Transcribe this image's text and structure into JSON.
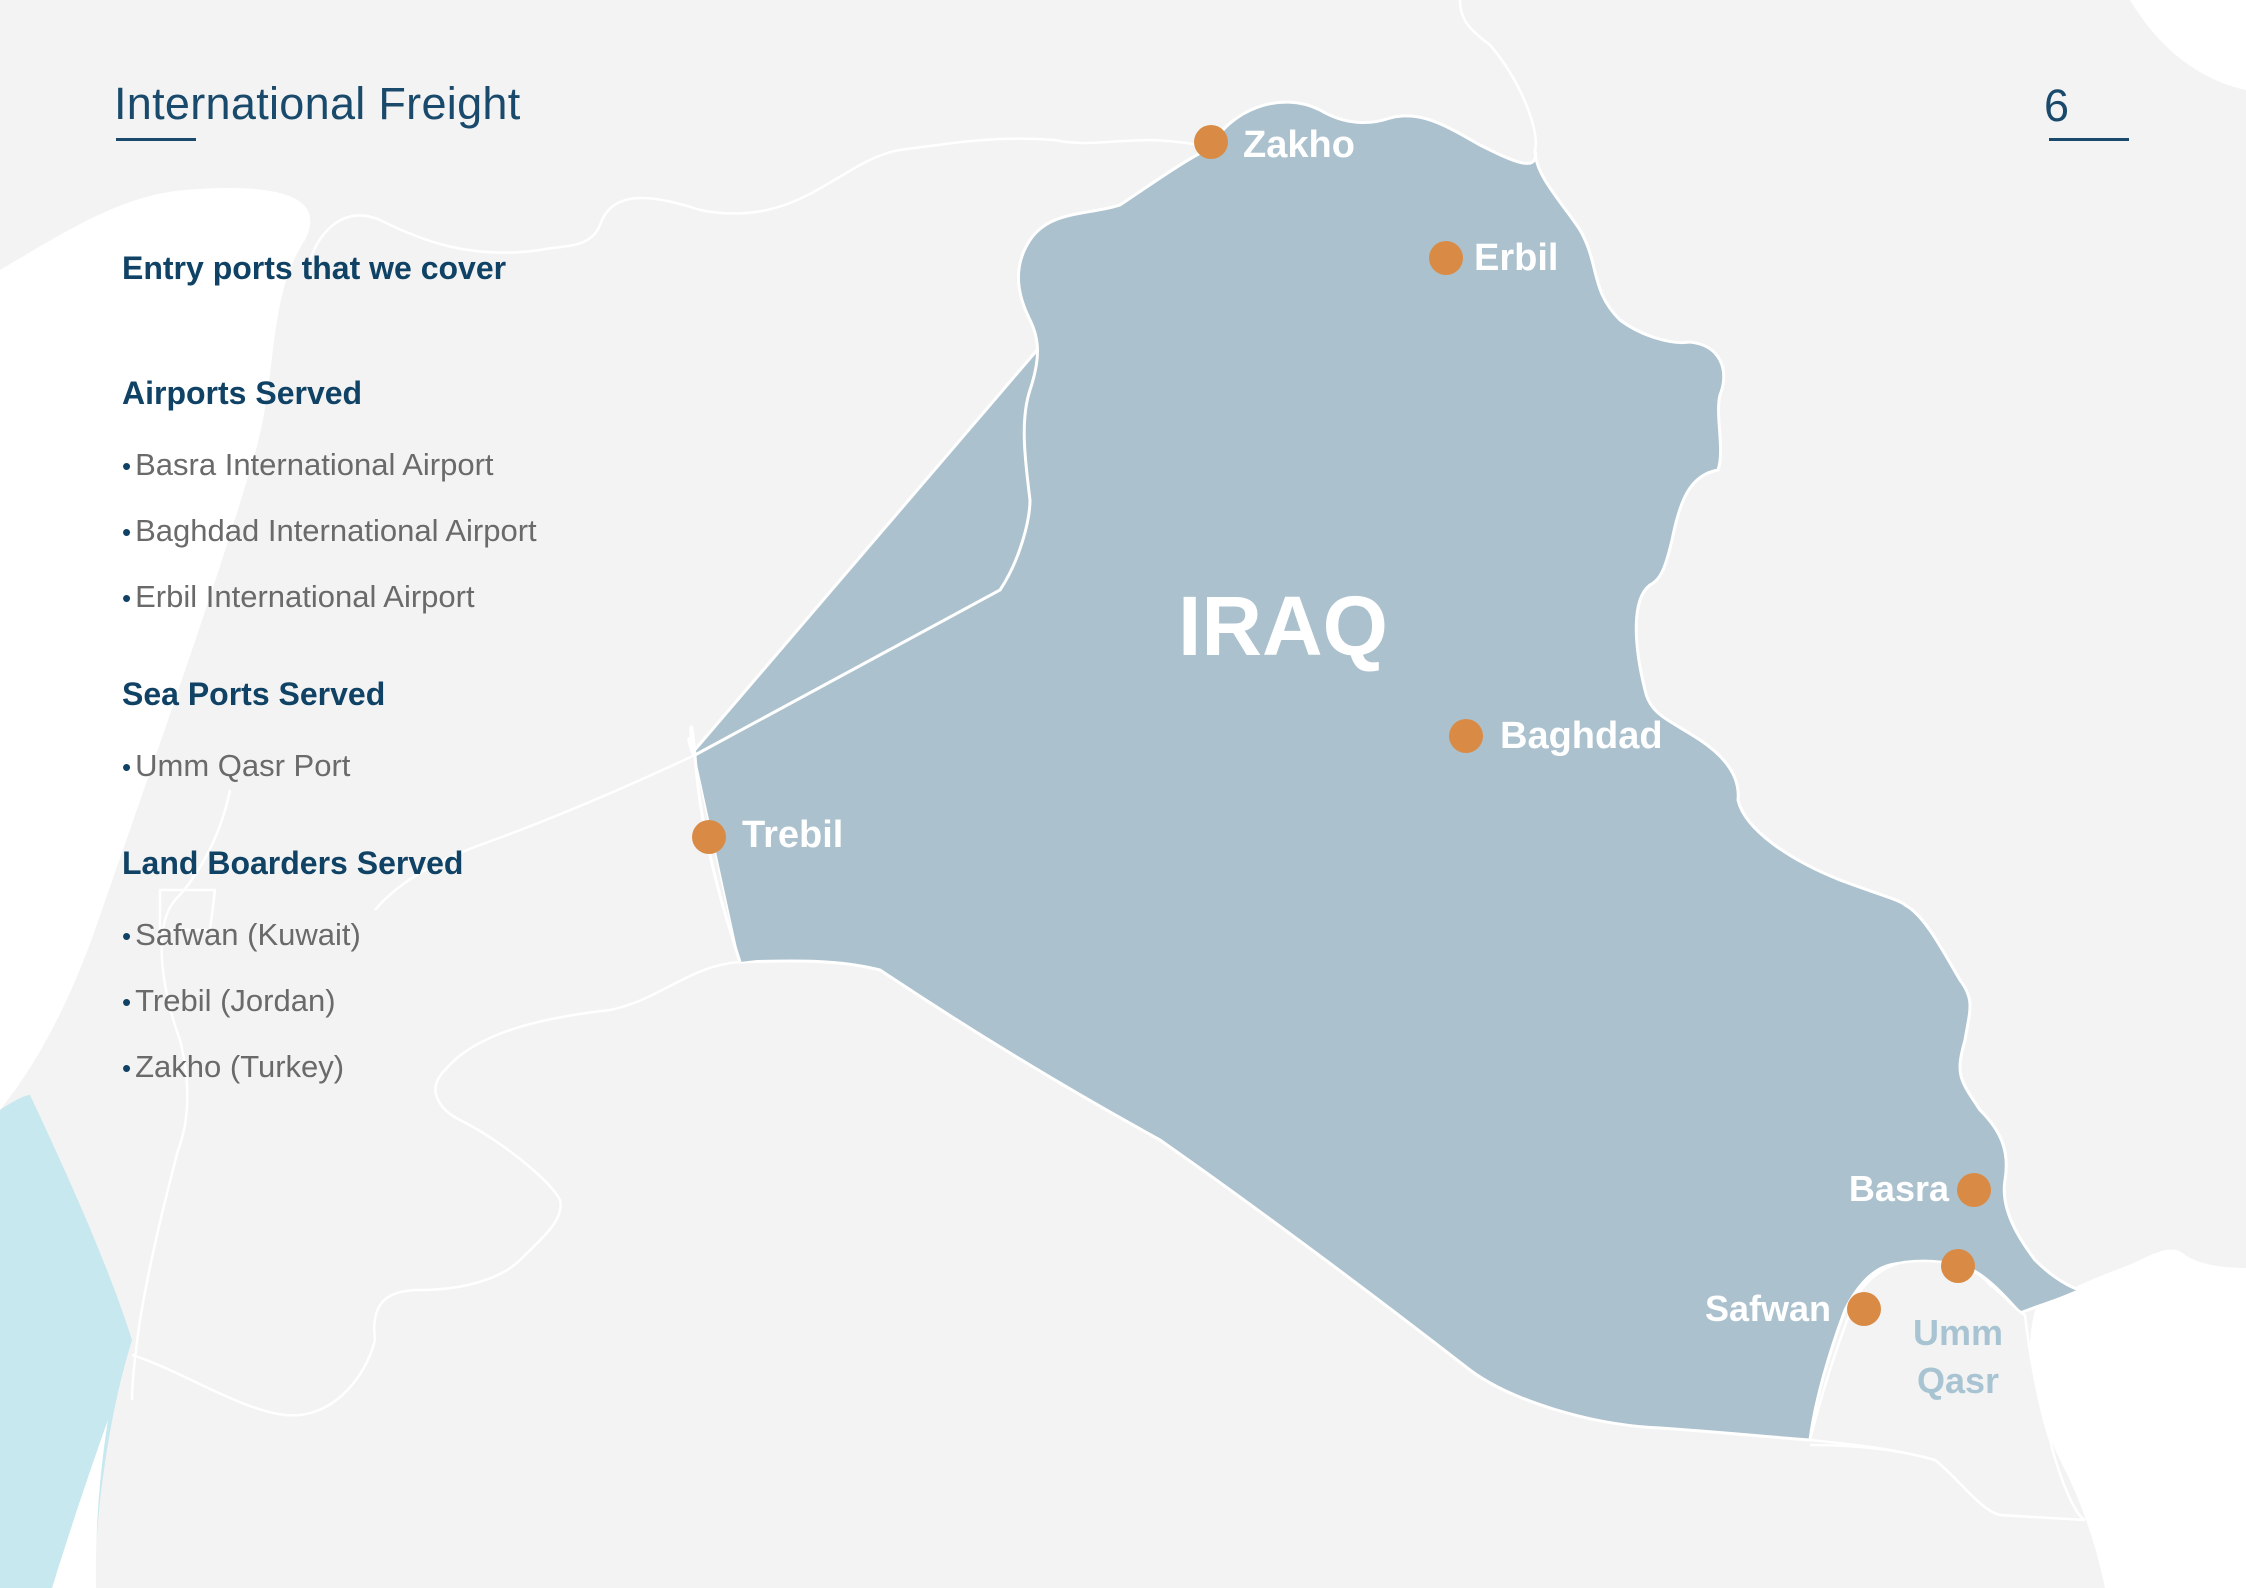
{
  "header": {
    "title": "International Freight",
    "page_number": "6"
  },
  "panel": {
    "intro": "Entry ports that we cover",
    "airports": {
      "heading": "Airports Served",
      "items": [
        "Basra International Airport",
        "Baghdad International Airport",
        "Erbil International Airport"
      ]
    },
    "seaports": {
      "heading": "Sea Ports Served",
      "items": [
        "Umm Qasr Port"
      ]
    },
    "land": {
      "heading": "Land Boarders Served",
      "items": [
        "Safwan (Kuwait)",
        "Trebil (Jordan)",
        "Zakho (Turkey)"
      ]
    }
  },
  "map": {
    "country": "IRAQ",
    "cities": [
      {
        "name": "Zakho"
      },
      {
        "name": "Erbil"
      },
      {
        "name": "Baghdad"
      },
      {
        "name": "Trebil"
      },
      {
        "name": "Basra"
      },
      {
        "name": "Safwan"
      }
    ],
    "port": {
      "line1": "Umm",
      "line2": "Qasr"
    },
    "colors": {
      "land": "#f3f3f3",
      "iraq": "#abc1cd",
      "marker": "#d98b45",
      "sea": "#c7e8ee",
      "border": "#ffffff",
      "text_dark": "#0f4264"
    }
  }
}
